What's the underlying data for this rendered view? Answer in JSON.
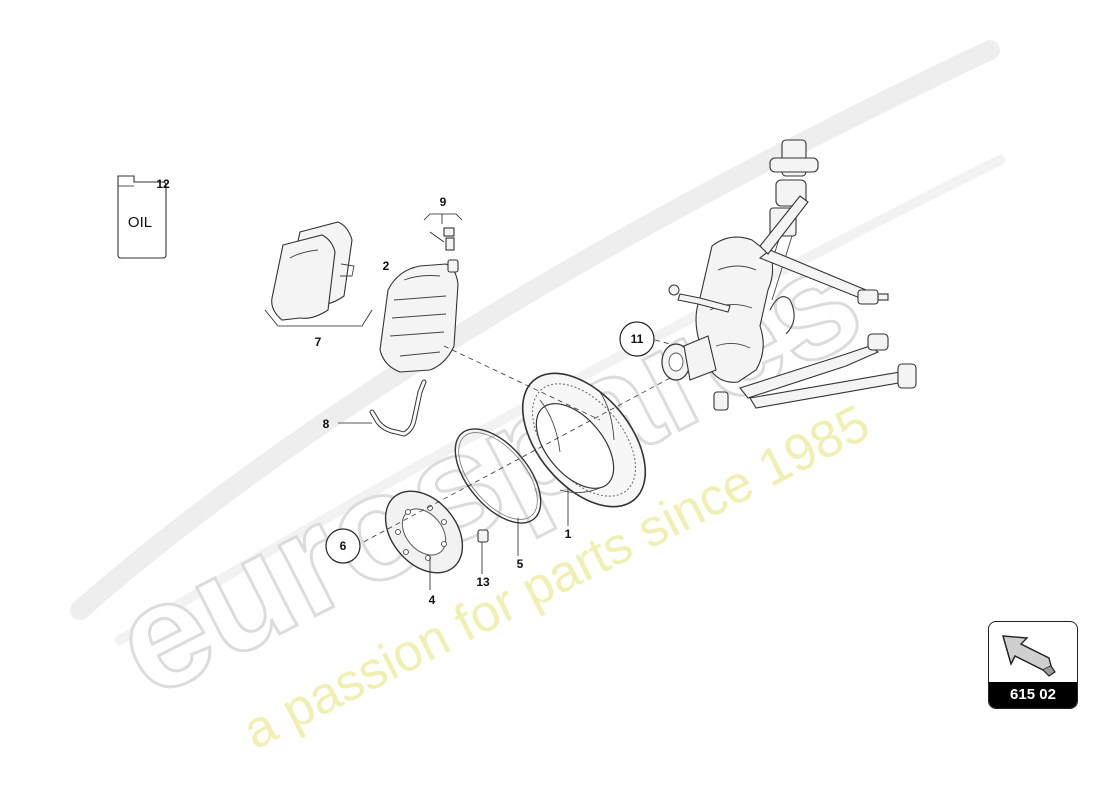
{
  "watermark": {
    "brand": "eurospares",
    "tagline": "a passion for parts since 1985"
  },
  "oil_label": "OIL",
  "callouts": {
    "c1": "1",
    "c2": "2",
    "c4": "4",
    "c5": "5",
    "c6": "6",
    "c7": "7",
    "c8": "8",
    "c9": "9",
    "c11": "11",
    "c12": "12",
    "c13": "13"
  },
  "page_code": "615 02"
}
